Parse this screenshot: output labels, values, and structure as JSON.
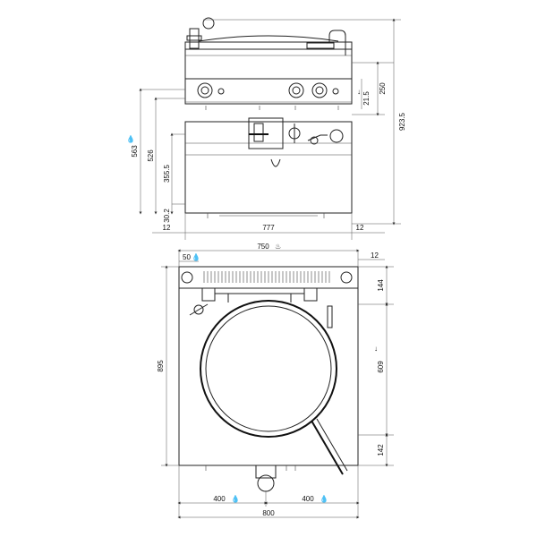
{
  "dimensions": {
    "front_width": "777",
    "left_clear": "12",
    "right_clear": "12",
    "total_height": "923.5",
    "top_section": "250",
    "panel_offset": "21.5",
    "height_563": "563",
    "height_526": "526",
    "height_355": "355.5",
    "height_30": "30.2",
    "plan_width_750": "750",
    "inlet_50": "50",
    "side_12": "12",
    "depth_895": "895",
    "rear_144": "144",
    "pot_609": "609",
    "front_142": "142",
    "left_400": "400",
    "right_400": "400",
    "total_800": "800"
  },
  "symbols": {
    "water": "water-drop-icon",
    "drain": "drain-icon",
    "gas": "gas-flame-icon"
  }
}
